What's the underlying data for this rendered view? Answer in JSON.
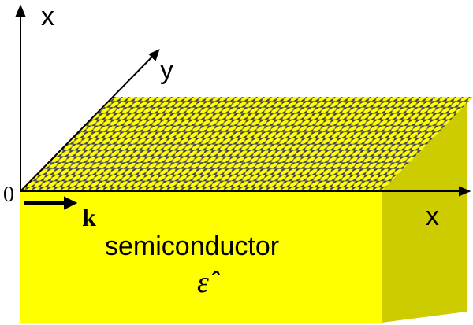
{
  "axes": {
    "vertical_label": "x",
    "depth_label": "y",
    "horizontal_label": "x",
    "origin_label": "0"
  },
  "wave_vector_label": "k",
  "material_label": "semiconductor",
  "permittivity_symbol": "ε̂",
  "colors": {
    "slab_front": "#ffff00",
    "slab_side": "#cccc00",
    "lattice": "#555555"
  }
}
